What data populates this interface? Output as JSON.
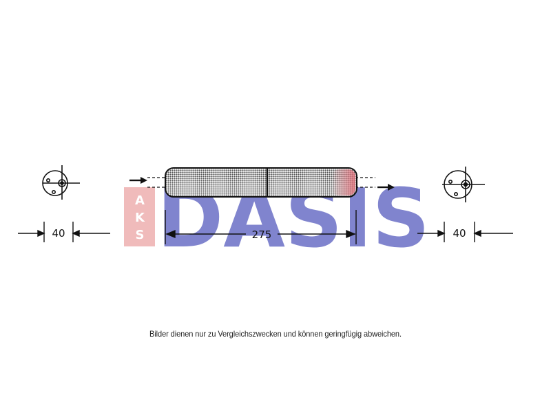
{
  "watermark": {
    "brand_text": "DASIS",
    "side_text": [
      "A",
      "K",
      "S"
    ],
    "brand_color": "#6f73c8",
    "side_color": "#e89a9a"
  },
  "dimensions": {
    "left_fitting": "40",
    "body_length": "275",
    "right_fitting": "40"
  },
  "caption": "Bilder dienen nur zu Vergleichszwecken und können geringfügig abweichen.",
  "colors": {
    "line": "#111111",
    "body_fill": "#9a9a9a",
    "end_cap_highlight": "#e0707a"
  }
}
